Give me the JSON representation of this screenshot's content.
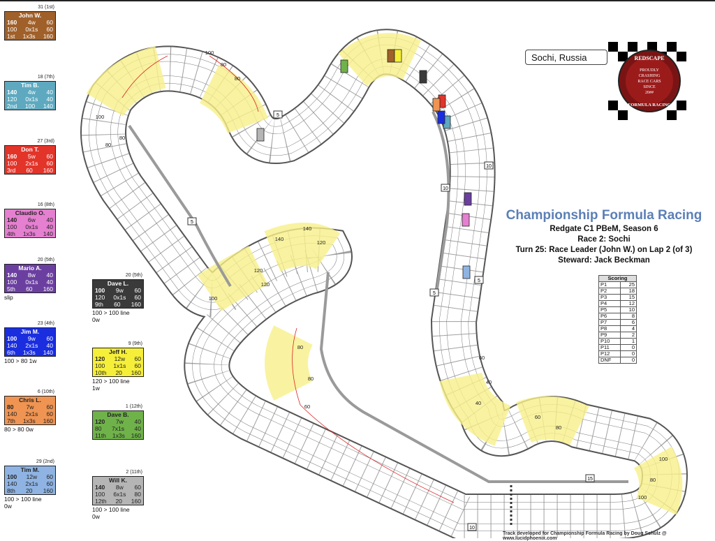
{
  "location": "Sochi, Russia",
  "logo": {
    "top": "REDSCAPE",
    "lines": [
      "PROUDLY",
      "CRASHING",
      "RACE CARS",
      "SINCE",
      "20##"
    ],
    "bottom": "FORMULA RACING"
  },
  "info": {
    "title": "Championship Formula Racing",
    "line1": "Redgate C1 PBeM, Season 6",
    "line2": "Race 2: Sochi",
    "line3": "Turn 25: Race Leader (John W.) on Lap 2 (of 3)",
    "line4": "Steward: Jack Beckman"
  },
  "scoring": {
    "title": "Scoring",
    "rows": [
      [
        "P1",
        "25"
      ],
      [
        "P2",
        "18"
      ],
      [
        "P3",
        "15"
      ],
      [
        "P4",
        "12"
      ],
      [
        "P5",
        "10"
      ],
      [
        "P6",
        "8"
      ],
      [
        "P7",
        "6"
      ],
      [
        "P8",
        "4"
      ],
      [
        "P9",
        "2"
      ],
      [
        "P10",
        "1"
      ],
      [
        "P11",
        "0"
      ],
      [
        "P12",
        "0"
      ],
      [
        "DNF",
        "0"
      ]
    ]
  },
  "players": [
    {
      "rank": "31 (1st)",
      "name": "John W.",
      "color": "#a0602a",
      "text": "#fff",
      "rows": [
        [
          "160",
          "4w",
          "60"
        ],
        [
          "100",
          "0x1s",
          "60"
        ],
        [
          "1st",
          "1x3s",
          "160"
        ]
      ],
      "note": ""
    },
    {
      "rank": "18 (7th)",
      "name": "Tim B.",
      "color": "#5ea9bf",
      "text": "#fff",
      "rows": [
        [
          "140",
          "4w",
          "40"
        ],
        [
          "120",
          "0x1s",
          "40"
        ],
        [
          "2nd",
          "100",
          "140"
        ]
      ],
      "note": ""
    },
    {
      "rank": "27 (3rd)",
      "name": "Don T.",
      "color": "#e3342a",
      "text": "#fff",
      "rows": [
        [
          "160",
          "5w",
          "60"
        ],
        [
          "100",
          "2x1s",
          "60"
        ],
        [
          "3rd",
          "60",
          "160"
        ]
      ],
      "note": ""
    },
    {
      "rank": "16 (8th)",
      "name": "Claudio O.",
      "color": "#e57fd0",
      "text": "#222",
      "rows": [
        [
          "140",
          "6w",
          "40"
        ],
        [
          "100",
          "0x1s",
          "40"
        ],
        [
          "4th",
          "1x3s",
          "140"
        ]
      ],
      "note": ""
    },
    {
      "rank": "20 (5th)",
      "name": "Mario A.",
      "color": "#6b3fa0",
      "text": "#fff",
      "rows": [
        [
          "140",
          "8w",
          "40"
        ],
        [
          "100",
          "0x1s",
          "40"
        ],
        [
          "5th",
          "60",
          "160"
        ]
      ],
      "note": "slip"
    },
    {
      "rank": "23 (4th)",
      "name": "Jim M.",
      "color": "#1a2ee0",
      "text": "#fff",
      "rows": [
        [
          "100",
          "9w",
          "60"
        ],
        [
          "140",
          "2x1s",
          "40"
        ],
        [
          "6th",
          "1x3s",
          "140"
        ]
      ],
      "note": "100 > 80 1w"
    },
    {
      "rank": "6 (10th)",
      "name": "Chris L.",
      "color": "#ef9452",
      "text": "#222",
      "rows": [
        [
          "80",
          "7w",
          "60"
        ],
        [
          "140",
          "2x1s",
          "60"
        ],
        [
          "7th",
          "1x3s",
          "160"
        ]
      ],
      "note": "80 > 80 0w"
    },
    {
      "rank": "29 (2nd)",
      "name": "Tim M.",
      "color": "#8fb4e3",
      "text": "#222",
      "rows": [
        [
          "100",
          "12w",
          "60"
        ],
        [
          "140",
          "2x1s",
          "60"
        ],
        [
          "8th",
          "20",
          "160"
        ]
      ],
      "note": "100 > 100 line\n0w"
    },
    {
      "rank": "20 (5th)",
      "name": "Dave L.",
      "color": "#3a3a3a",
      "text": "#fff",
      "rows": [
        [
          "100",
          "9w",
          "60"
        ],
        [
          "120",
          "0x1s",
          "60"
        ],
        [
          "9th",
          "60",
          "160"
        ]
      ],
      "note": "100 > 100 line\n0w"
    },
    {
      "rank": "9 (9th)",
      "name": "Jeff H.",
      "color": "#f6ef3a",
      "text": "#222",
      "rows": [
        [
          "120",
          "12w",
          "60"
        ],
        [
          "100",
          "1x1s",
          "60"
        ],
        [
          "10th",
          "20",
          "160"
        ]
      ],
      "note": "120 > 100 line\n1w"
    },
    {
      "rank": "1 (12th)",
      "name": "Dave B.",
      "color": "#6fb24a",
      "text": "#222",
      "rows": [
        [
          "120",
          "7w",
          "40"
        ],
        [
          "80",
          "7x1s",
          "40"
        ],
        [
          "11th",
          "1x3s",
          "160"
        ]
      ],
      "note": ""
    },
    {
      "rank": "2 (11th)",
      "name": "Will K.",
      "color": "#b5b5b5",
      "text": "#222",
      "rows": [
        [
          "140",
          "8w",
          "60"
        ],
        [
          "100",
          "6x1s",
          "80"
        ],
        [
          "12th",
          "20",
          "160"
        ]
      ],
      "note": "100 > 100 line\n0w"
    }
  ],
  "track_labels": {
    "markers": [
      "5",
      "5",
      "10",
      "10",
      "5",
      "5",
      "15",
      "10"
    ],
    "speeds": [
      "100",
      "80",
      "80",
      "100",
      "80",
      "80",
      "120",
      "140",
      "140",
      "120",
      "120",
      "100",
      "80",
      "80",
      "60",
      "60",
      "40",
      "40",
      "60",
      "80",
      "100",
      "80",
      "100"
    ]
  },
  "cars": [
    {
      "color": "#a0602a"
    },
    {
      "color": "#5ea9bf"
    },
    {
      "color": "#e3342a"
    },
    {
      "color": "#e57fd0"
    },
    {
      "color": "#6b3fa0"
    },
    {
      "color": "#1a2ee0"
    },
    {
      "color": "#ef9452"
    },
    {
      "color": "#8fb4e3"
    },
    {
      "color": "#3a3a3a"
    },
    {
      "color": "#f6ef3a"
    },
    {
      "color": "#6fb24a"
    },
    {
      "color": "#b5b5b5"
    }
  ],
  "credit": "Track developed for Championship Formula Racing by Doug Schulz @ www.lucidphoenix.com"
}
